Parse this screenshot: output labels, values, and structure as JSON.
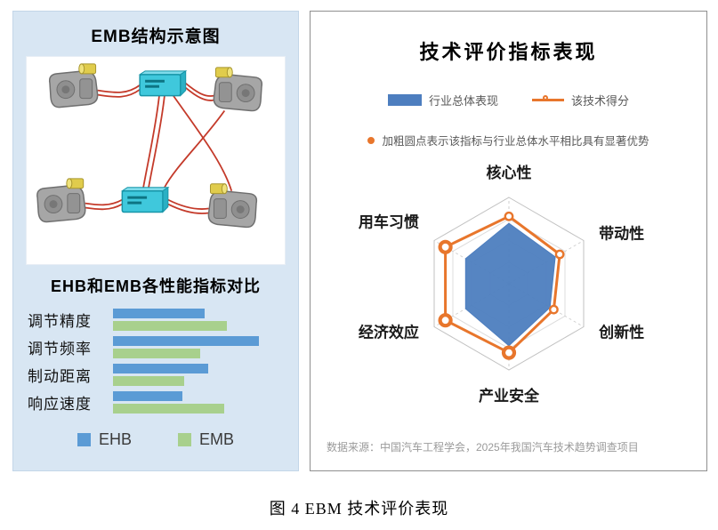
{
  "caption": "图 4  EBM 技术评价表现",
  "left_panel": {
    "title": "EMB结构示意图",
    "comparison_title": "EHB和EMB各性能指标对比",
    "legend_ehb": "EHB",
    "legend_emb": "EMB",
    "colors": {
      "ehb": "#5b9bd5",
      "emb": "#a8d08d",
      "panel_bg": "#d8e6f3"
    }
  },
  "right_panel": {
    "title": "技术评价指标表现",
    "legend_industry": "行业总体表现",
    "legend_tech": "该技术得分",
    "note": "加粗圆点表示该指标与行业总体水平相比具有显著优势",
    "source": "数据来源：中国汽车工程学会，2025年我国汽车技术趋势调查项目",
    "colors": {
      "industry": "#4d7ebf",
      "tech": "#e8762c"
    }
  },
  "chart_data": [
    {
      "type": "bar",
      "orientation": "horizontal",
      "title": "EHB和EMB各性能指标对比",
      "categories": [
        "调节精度",
        "调节频率",
        "制动距离",
        "响应速度"
      ],
      "series": [
        {
          "name": "EHB",
          "color": "#5b9bd5",
          "values": [
            58,
            92,
            60,
            44
          ]
        },
        {
          "name": "EMB",
          "color": "#a8d08d",
          "values": [
            72,
            55,
            45,
            70
          ]
        }
      ],
      "xlim": [
        0,
        100
      ],
      "legend_position": "bottom",
      "grid": false
    },
    {
      "type": "radar",
      "title": "技术评价指标表现",
      "categories": [
        "核心性",
        "带动性",
        "创新性",
        "产业安全",
        "经济效应",
        "用车习惯"
      ],
      "series": [
        {
          "name": "行业总体表现",
          "color": "#4d7ebf",
          "style": "filled-area",
          "values": [
            70,
            62,
            55,
            72,
            58,
            58
          ]
        },
        {
          "name": "该技术得分",
          "color": "#e8762c",
          "style": "line-with-markers",
          "values": [
            78,
            68,
            60,
            80,
            85,
            85
          ]
        }
      ],
      "bold_points": [
        "产业安全",
        "经济效应",
        "用车习惯"
      ],
      "bold_points_meaning": "加粗圆点表示该指标与行业总体水平相比具有显著优势",
      "rmax": 100,
      "rings": 4,
      "grid": true,
      "legend_position": "top"
    }
  ]
}
